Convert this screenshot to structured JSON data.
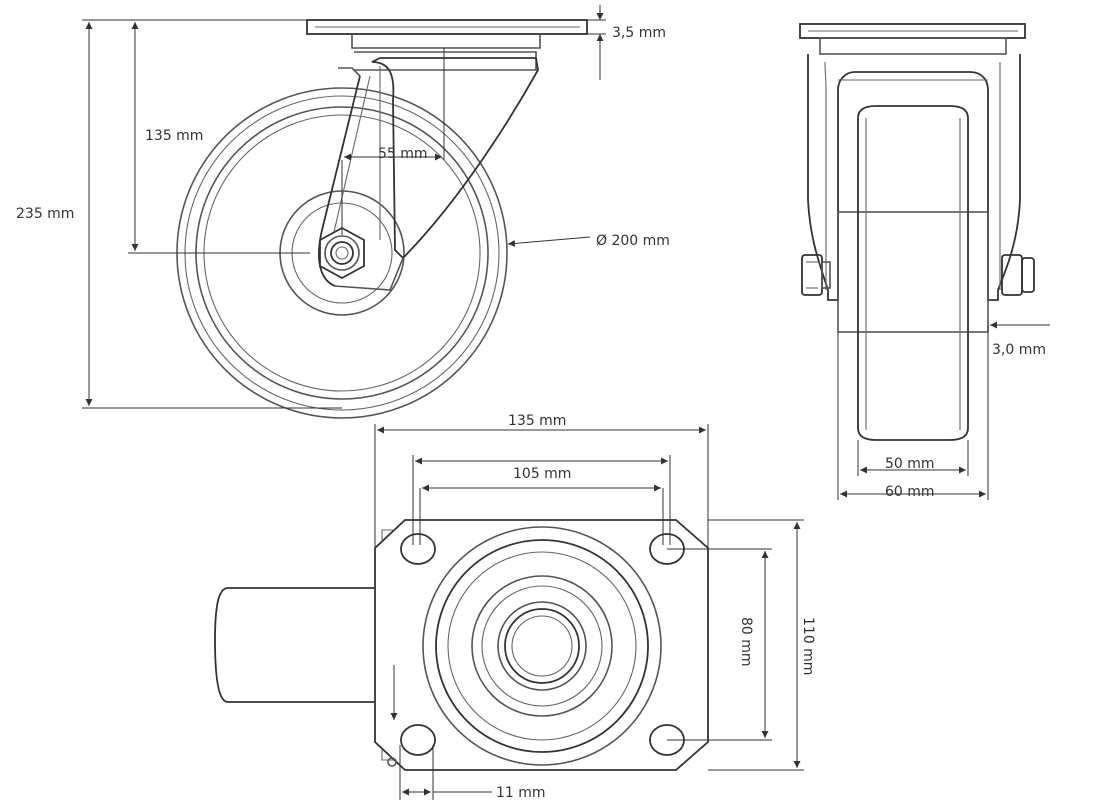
{
  "dimensions": {
    "plate_thickness": "3,5 mm",
    "height_to_axle": "135 mm",
    "total_height": "235 mm",
    "offset": "55 mm",
    "wheel_diameter": "Ø 200 mm",
    "axle_gap": "3,0 mm",
    "wheel_width": "50 mm",
    "fork_width": "60 mm",
    "plate_length": "135 mm",
    "hole_spacing_length": "105 mm",
    "hole_spacing_width": "80 mm",
    "plate_width": "110 mm",
    "hole_diameter": "11 mm"
  }
}
